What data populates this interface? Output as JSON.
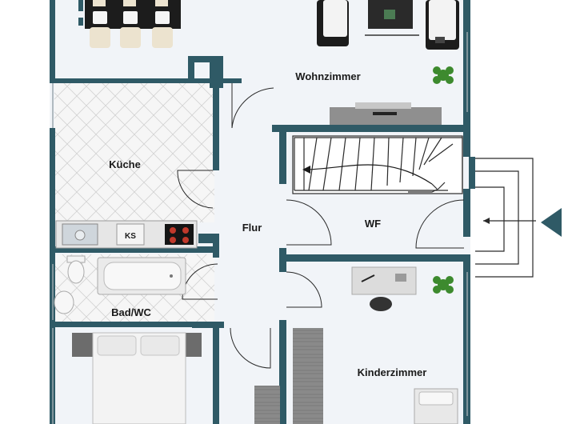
{
  "rooms": {
    "wohnzimmer": "Wohnzimmer",
    "kueche": "Küche",
    "flur": "Flur",
    "wf": "WF",
    "bad": "Bad/WC",
    "kinderzimmer": "Kinderzimmer"
  },
  "fixtures": {
    "fridge": "KS"
  },
  "colors": {
    "wall": "#2f5a66",
    "floor": "#f1f4f8",
    "tile": "#f6f6f6",
    "tile_line": "#d7d7d7",
    "entrance_arrow": "#2f5a66"
  }
}
